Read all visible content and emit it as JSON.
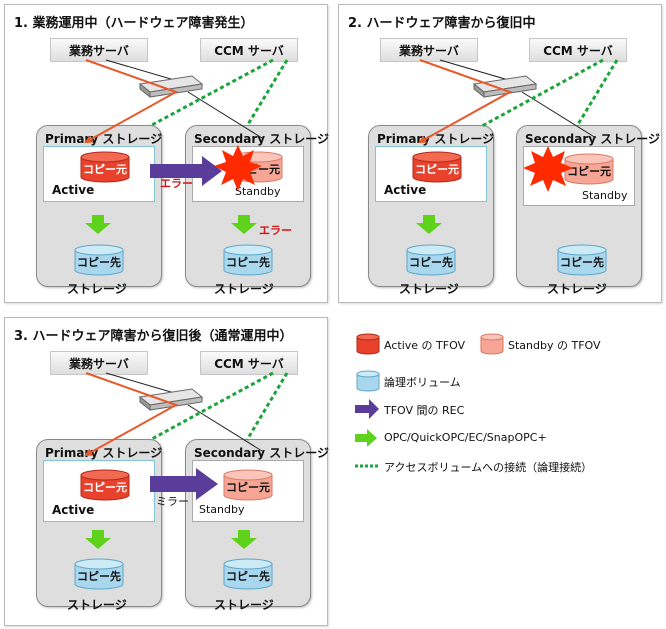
{
  "panel1": {
    "title": "1. 業務運用中（ハードウェア障害発生）",
    "server_left": "業務サーバ",
    "server_right": "CCM サーバ",
    "storage_primary": "Primary ストレージ",
    "storage_secondary": "Secondary ストレージ",
    "copy_source_primary": "コピー元",
    "copy_source_secondary": "コピー元",
    "active": "Active",
    "standby": "Standby",
    "error_rec": "エラー",
    "error_opc": "エラー",
    "copy_dest_primary": "コピー先",
    "copy_dest_secondary": "コピー先",
    "bottom_primary": "ストレージ",
    "bottom_secondary": "ストレージ"
  },
  "panel2": {
    "title": "2. ハードウェア障害から復旧中",
    "server_left": "業務サーバ",
    "server_right": "CCM サーバ",
    "storage_primary": "Primary ストレージ",
    "storage_secondary": "Secondary ストレージ",
    "copy_source_primary": "コピー元",
    "copy_source_secondary": "コピー元",
    "active": "Active",
    "standby": "Standby",
    "copy_dest_primary": "コピー先",
    "copy_dest_secondary": "コピー先",
    "bottom_primary": "ストレージ",
    "bottom_secondary": "ストレージ"
  },
  "panel3": {
    "title": "3. ハードウェア障害から復旧後（通常運用中）",
    "server_left": "業務サーバ",
    "server_right": "CCM サーバ",
    "storage_primary": "Primary ストレージ",
    "storage_secondary": "Secondary ストレージ",
    "copy_source_primary": "コピー元",
    "copy_source_secondary": "コピー元",
    "active": "Active",
    "standby": "Standby",
    "mirror": "ミラー",
    "copy_dest_primary": "コピー先",
    "copy_dest_secondary": "コピー先",
    "bottom_primary": "ストレージ",
    "bottom_secondary": "ストレージ"
  },
  "legend": {
    "active_tfov": "Active の TFOV",
    "standby_tfov": "Standby の TFOV",
    "logical_volume": "論理ボリューム",
    "rec": "TFOV 間の REC",
    "opc": "OPC/QuickOPC/EC/SnapOPC+",
    "access": "アクセスボリュームへの接続（論理接続）"
  },
  "colors": {
    "active_red": "#e8412c",
    "standby_pink": "#f7a594",
    "volume_blue": "#a9d8ee",
    "rec_purple": "#5a3d9a",
    "opc_green": "#5fd31c",
    "access_green": "#1aa53a",
    "server_link_orange": "#e8592a",
    "error_burst": "#ff2a00"
  },
  "icons": {
    "switch": "network-switch-icon",
    "burst": "failure-burst-icon",
    "cylinder": "volume-cylinder-icon"
  }
}
